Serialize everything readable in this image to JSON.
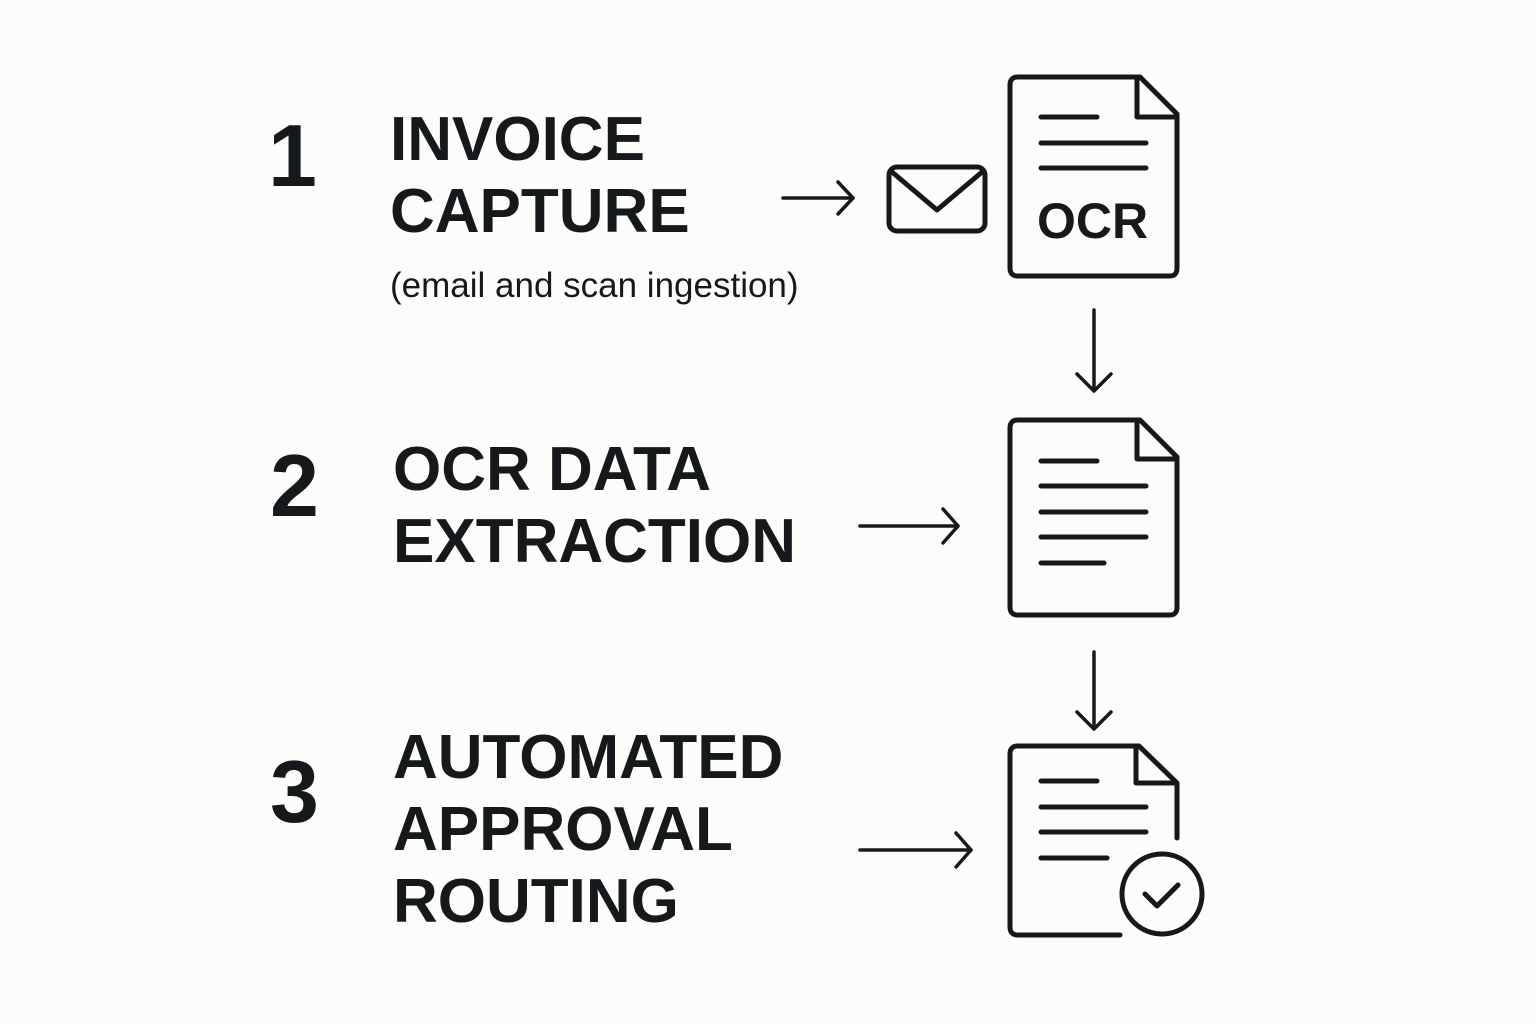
{
  "steps": [
    {
      "number": "1",
      "title_lines": [
        "INVOICE",
        "CAPTURE"
      ],
      "subtitle": "(email and scan ingestion)",
      "icons": [
        "envelope-icon",
        "ocr-document-icon"
      ]
    },
    {
      "number": "2",
      "title_lines": [
        "OCR DATA",
        "EXTRACTION"
      ],
      "icons": [
        "document-icon"
      ]
    },
    {
      "number": "3",
      "title_lines": [
        "AUTOMATED",
        "APPROVAL",
        "ROUTING"
      ],
      "icons": [
        "approved-document-icon"
      ]
    }
  ],
  "ocr_label": "OCR",
  "colors": {
    "background": "#fcfcfa",
    "ink": "#16191c"
  }
}
